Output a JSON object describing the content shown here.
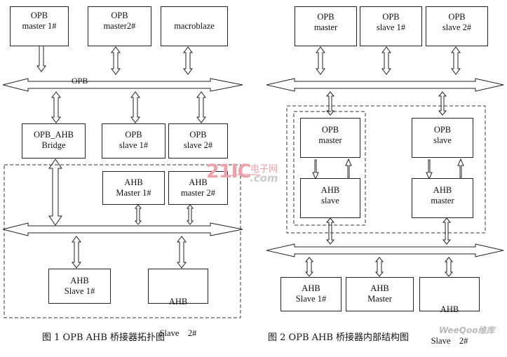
{
  "figure1": {
    "opb_master1": {
      "line1": "OPB",
      "line2": "master 1#"
    },
    "opb_master2": {
      "line1": "OPB",
      "line2": "master2#"
    },
    "macroblaze": {
      "line1": "macroblaze"
    },
    "bus_label": "OPB",
    "bridge": {
      "line1": "OPB_AHB",
      "line2": "Bridge"
    },
    "opb_slave1": {
      "line1": "OPB",
      "line2": "slave 1#"
    },
    "opb_slave2": {
      "line1": "OPB",
      "line2": "slave 2#"
    },
    "ahb_master1": {
      "line1": "AHB",
      "line2": "Master 1#"
    },
    "ahb_master2": {
      "line1": "AHB",
      "line2": "master 2#"
    },
    "ahb_slave1": {
      "line1": "AHB",
      "line2": "Slave 1#"
    },
    "ahb_slave2": {
      "line1": "AHB",
      "line2": "Slave    2#"
    },
    "caption": "图 1 OPB  AHB  桥接器拓扑图"
  },
  "figure2": {
    "opb_master": {
      "line1": "OPB",
      "line2": "master"
    },
    "opb_slave1": {
      "line1": "OPB",
      "line2": "slave 1#"
    },
    "opb_slave2": {
      "line1": "OPB",
      "line2": "slave 2#"
    },
    "inner_opb_master": {
      "line1": "OPB",
      "line2": "master"
    },
    "inner_ahb_slave": {
      "line1": "AHB",
      "line2": "slave"
    },
    "inner_opb_slave": {
      "line1": "OPB",
      "line2": "slave"
    },
    "inner_ahb_master": {
      "line1": "AHB",
      "line2": "master"
    },
    "ahb_slave1": {
      "line1": "AHB",
      "line2": "Slave 1#"
    },
    "ahb_master": {
      "line1": "AHB",
      "line2": "Master"
    },
    "ahb_slave2": {
      "line1": "AHB",
      "line2": "Slave    2#"
    },
    "caption": "图  2    OPB  AHB  桥接器内部结构图"
  },
  "watermarks": {
    "logo_main": "21IC",
    "logo_cn": "电子网",
    "logo_com": ".com",
    "weeqoo": "WeeQoo维库"
  },
  "colors": {
    "line": "#222222",
    "watermark_red": "#e8a0a8",
    "watermark_gray": "#b8b8b8"
  }
}
